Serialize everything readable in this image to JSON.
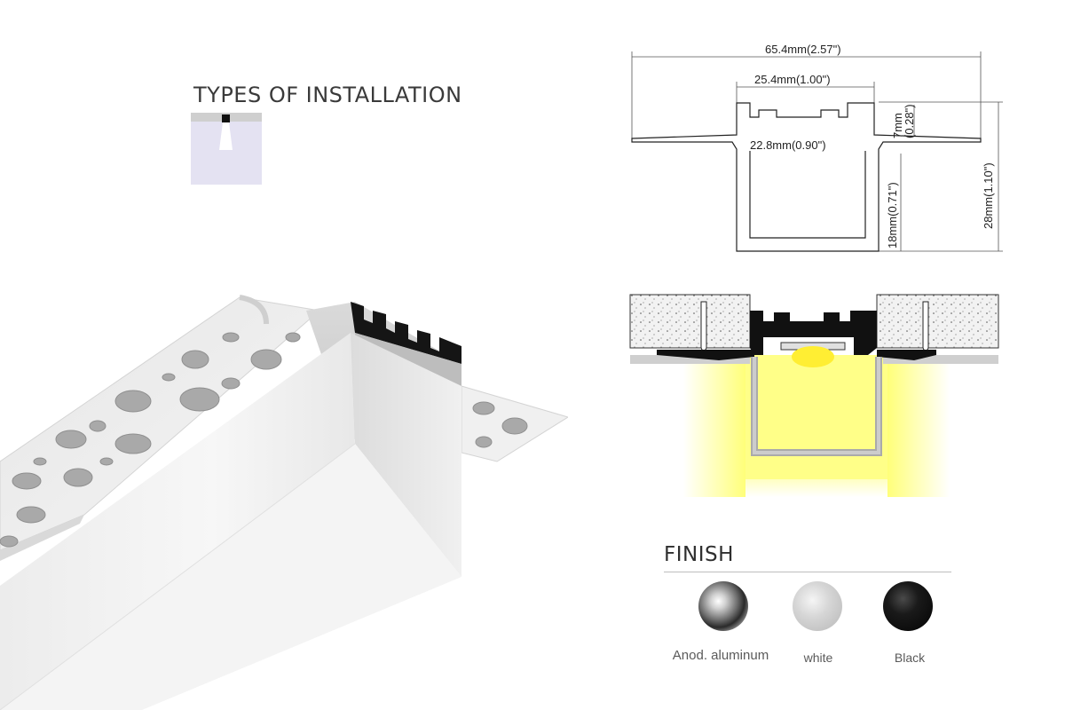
{
  "installation": {
    "title": "TYPES OF INSTALLATION"
  },
  "dimensions": {
    "overall_width": "65.4mm(2.57\")",
    "top_width": "25.4mm(1.00\")",
    "inner_width": "22.8mm(0.90\")",
    "flange_height_mm": "7mm",
    "flange_height_in": "(0.28\")",
    "channel_height": "18mm(0.71\")",
    "overall_height": "28mm(1.10\")"
  },
  "finish": {
    "title": "FINISH",
    "options": [
      {
        "label": "Anod. aluminum",
        "color": "#8a8a8a"
      },
      {
        "label": "white",
        "color": "#d0d0d0"
      },
      {
        "label": "Black",
        "color": "#111111"
      }
    ]
  },
  "colors": {
    "light": "#ffff66",
    "drywall_grey": "#cfcfcf",
    "profile_dark": "#111111"
  }
}
